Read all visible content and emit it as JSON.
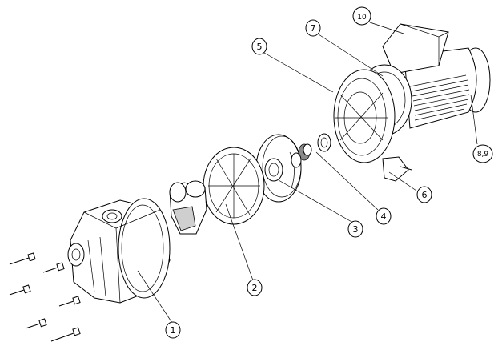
{
  "callouts": [
    {
      "id": "c1",
      "label": "1"
    },
    {
      "id": "c2",
      "label": "2"
    },
    {
      "id": "c3",
      "label": "3"
    },
    {
      "id": "c4",
      "label": "4"
    },
    {
      "id": "c5",
      "label": "5"
    },
    {
      "id": "c6",
      "label": "6"
    },
    {
      "id": "c7",
      "label": "7"
    },
    {
      "id": "c89",
      "label": "8,9"
    },
    {
      "id": "c10",
      "label": "10"
    }
  ]
}
